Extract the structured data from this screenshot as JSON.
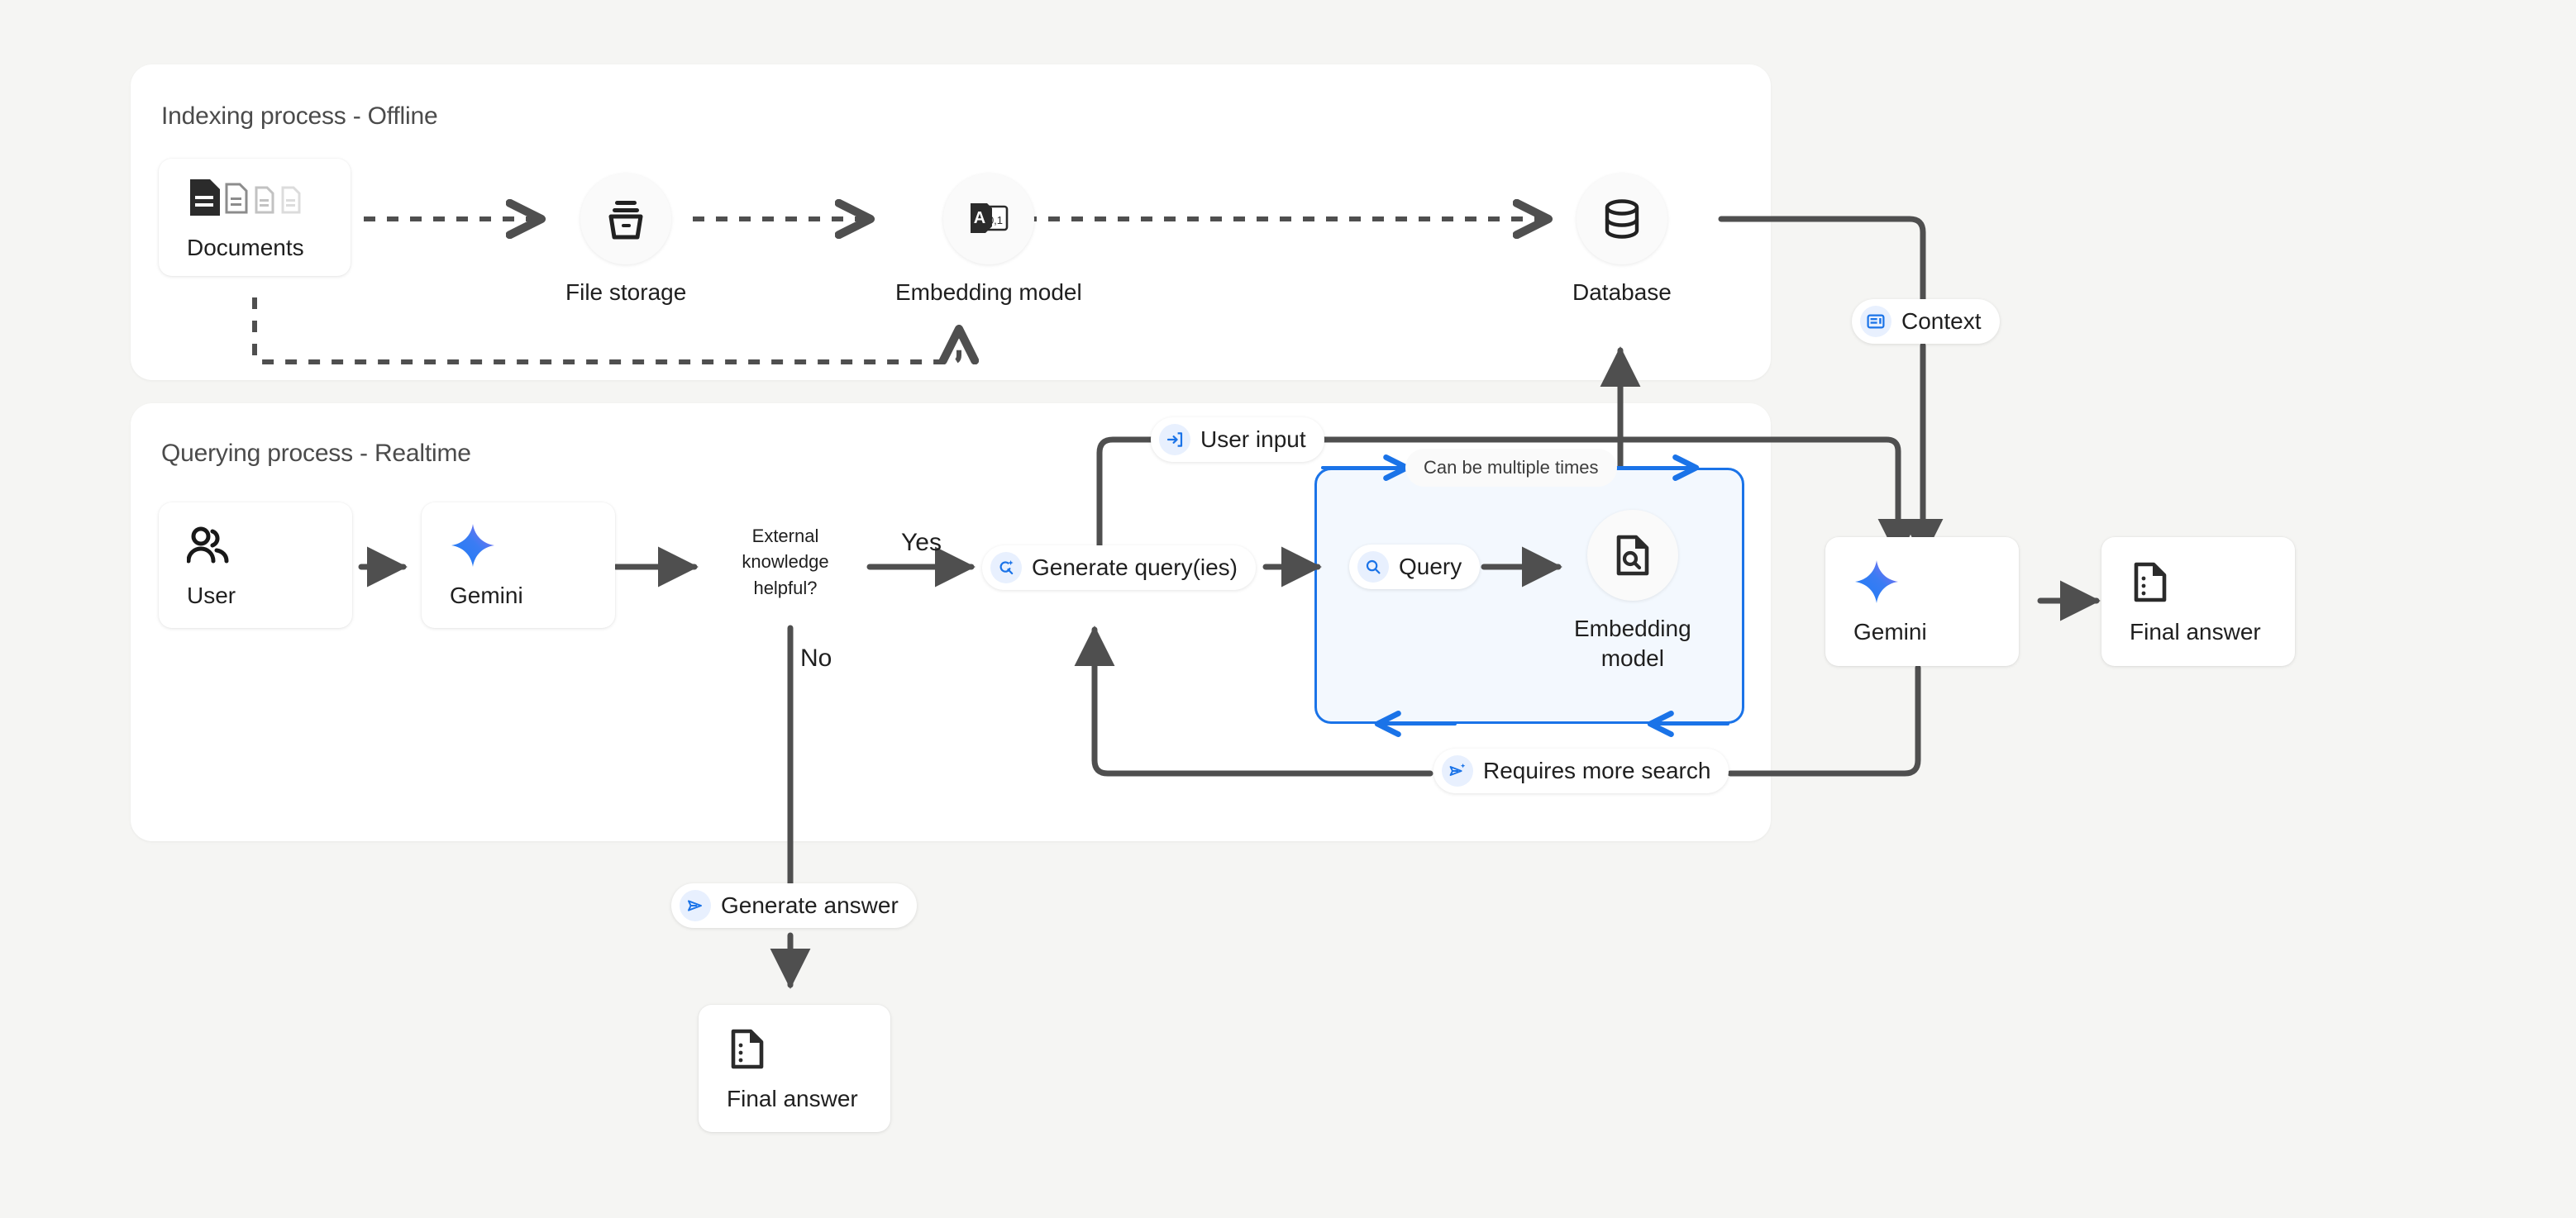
{
  "background_color": "#f5f5f3",
  "accent_color": "#1a73e8",
  "line_color": "#4f4f4f",
  "panels": {
    "indexing": {
      "title": "Indexing process - Offline"
    },
    "querying": {
      "title": "Querying process - Realtime"
    }
  },
  "indexing_nodes": {
    "documents": {
      "label": "Documents",
      "icon": "documents-icon"
    },
    "file_storage": {
      "label": "File storage",
      "icon": "file-storage-icon"
    },
    "embedding_model": {
      "label": "Embedding model",
      "icon": "embedding-model-icon"
    },
    "database": {
      "label": "Database",
      "icon": "database-icon"
    }
  },
  "querying_nodes": {
    "user": {
      "label": "User",
      "icon": "user-icon"
    },
    "gemini_left": {
      "label": "Gemini",
      "icon": "gemini-sparkle-icon"
    },
    "decision": {
      "label": "External\nknowledge\nhelpful?"
    },
    "embedding_model_query": {
      "label": "Embedding\nmodel",
      "icon": "document-search-icon"
    },
    "gemini_right": {
      "label": "Gemini",
      "icon": "gemini-sparkle-icon"
    },
    "final_answer_right": {
      "label": "Final answer",
      "icon": "answer-doc-icon"
    },
    "final_answer_bottom": {
      "label": "Final answer",
      "icon": "answer-doc-icon"
    }
  },
  "pills": {
    "context": {
      "label": "Context",
      "icon": "context-panel-icon"
    },
    "user_input": {
      "label": "User input",
      "icon": "input-arrow-icon"
    },
    "generate_queries": {
      "label": "Generate query(ies)",
      "icon": "search-spark-icon"
    },
    "query": {
      "label": "Query",
      "icon": "search-icon"
    },
    "requires_more_search": {
      "label": "Requires more search",
      "icon": "send-spark-icon"
    },
    "generate_answer": {
      "label": "Generate answer",
      "icon": "send-icon"
    },
    "loop_note": {
      "label": "Can be multiple times"
    }
  },
  "edge_labels": {
    "yes": "Yes",
    "no": "No"
  }
}
